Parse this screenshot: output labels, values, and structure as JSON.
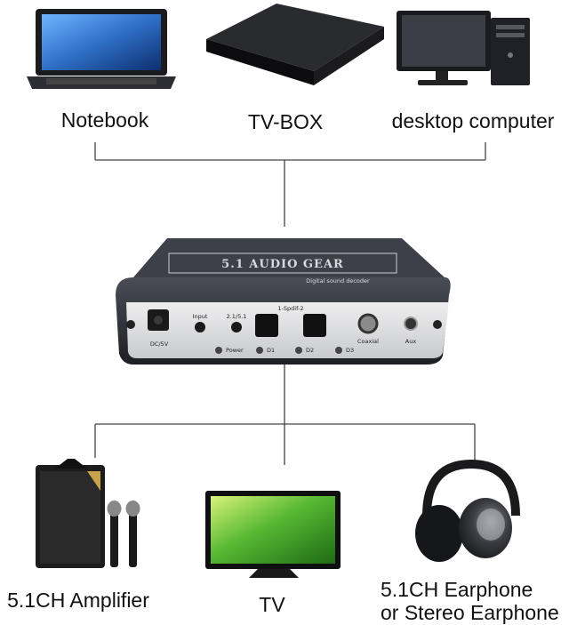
{
  "sources": [
    {
      "label": "Notebook",
      "icon": "laptop-icon"
    },
    {
      "label": "TV-BOX",
      "icon": "tv-box-icon"
    },
    {
      "label": "desktop computer",
      "icon": "desktop-computer-icon"
    }
  ],
  "device": {
    "brand": "5.1 AUDIO GEAR",
    "subtitle": "Digital sound decoder",
    "ports": {
      "dc": "DC/5V",
      "input": "Input",
      "mode": "2.1/5.1",
      "spdif": "1-Spdif-2",
      "coaxial": "Coaxial",
      "aux": "Aux",
      "power": "Power",
      "d1": "D1",
      "d2": "D2",
      "d3": "D3"
    }
  },
  "outputs": [
    {
      "label": "5.1CH Amplifier",
      "icon": "amplifier-speaker-icon"
    },
    {
      "label": "TV",
      "icon": "tv-icon"
    },
    {
      "label_line1": "5.1CH Earphone",
      "label_line2": "or Stereo Earphone",
      "icon": "headphones-icon"
    }
  ],
  "colors": {
    "line": "#444444",
    "device_body": "#2b2d33",
    "device_panel": "#d9dadc",
    "screen_blue": "#2f6fc7",
    "tv_green": "#3a9a2a"
  }
}
